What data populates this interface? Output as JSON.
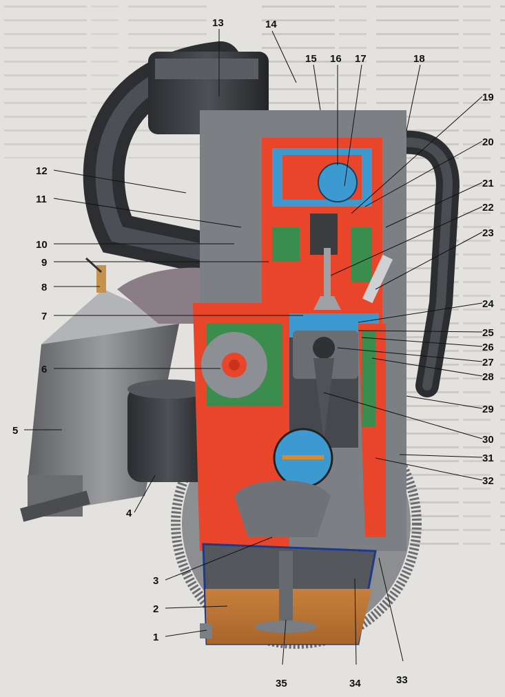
{
  "figure": {
    "callouts": [
      {
        "id": "1",
        "label": "1"
      },
      {
        "id": "2",
        "label": "2"
      },
      {
        "id": "3",
        "label": "3"
      },
      {
        "id": "4",
        "label": "4"
      },
      {
        "id": "5",
        "label": "5"
      },
      {
        "id": "6",
        "label": "6"
      },
      {
        "id": "7",
        "label": "7"
      },
      {
        "id": "8",
        "label": "8"
      },
      {
        "id": "9",
        "label": "9"
      },
      {
        "id": "10",
        "label": "10"
      },
      {
        "id": "11",
        "label": "11"
      },
      {
        "id": "12",
        "label": "12"
      },
      {
        "id": "13",
        "label": "13"
      },
      {
        "id": "14",
        "label": "14"
      },
      {
        "id": "15",
        "label": "15"
      },
      {
        "id": "16",
        "label": "16"
      },
      {
        "id": "17",
        "label": "17"
      },
      {
        "id": "18",
        "label": "18"
      },
      {
        "id": "19",
        "label": "19"
      },
      {
        "id": "20",
        "label": "20"
      },
      {
        "id": "21",
        "label": "21"
      },
      {
        "id": "22",
        "label": "22"
      },
      {
        "id": "23",
        "label": "23"
      },
      {
        "id": "24",
        "label": "24"
      },
      {
        "id": "25",
        "label": "25"
      },
      {
        "id": "26",
        "label": "26"
      },
      {
        "id": "27",
        "label": "27"
      },
      {
        "id": "28",
        "label": "28"
      },
      {
        "id": "29",
        "label": "29"
      },
      {
        "id": "30",
        "label": "30"
      },
      {
        "id": "31",
        "label": "31"
      },
      {
        "id": "32",
        "label": "32"
      },
      {
        "id": "33",
        "label": "33"
      },
      {
        "id": "34",
        "label": "34"
      },
      {
        "id": "35",
        "label": "35"
      }
    ]
  }
}
